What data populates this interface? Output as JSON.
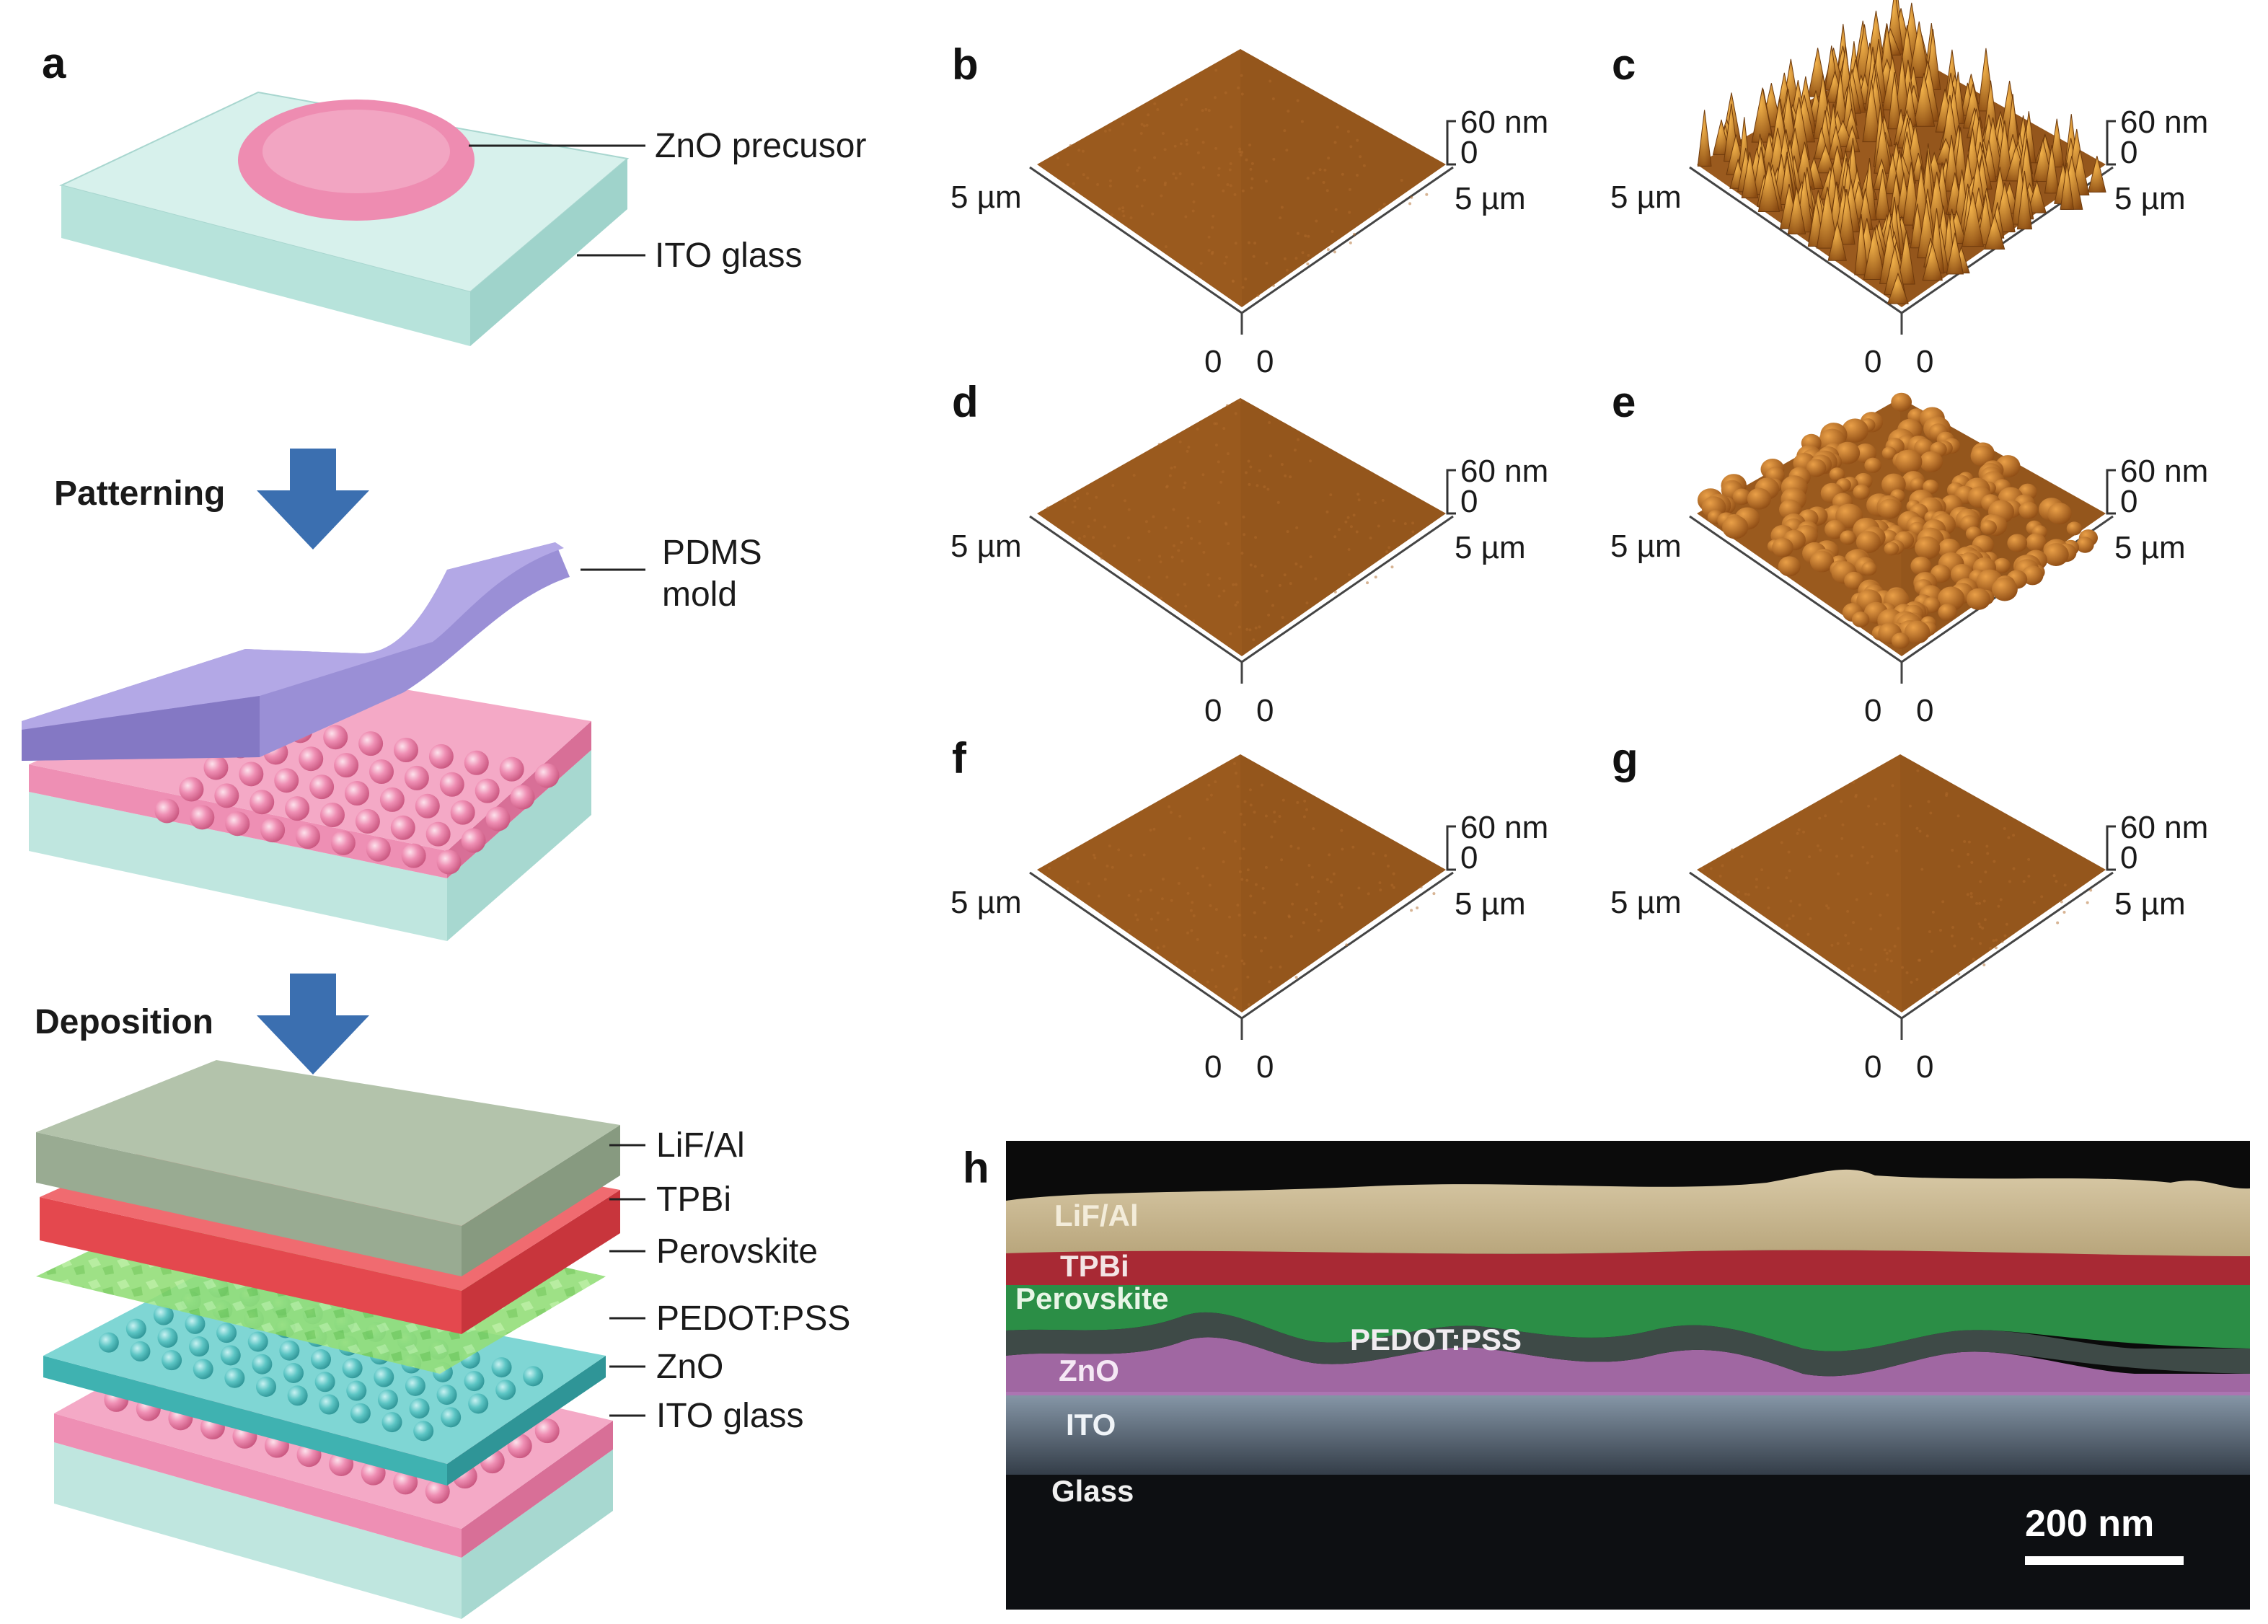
{
  "panel_labels": {
    "a": "a",
    "b": "b",
    "c": "c",
    "d": "d",
    "e": "e",
    "f": "f",
    "g": "g",
    "h": "h"
  },
  "schematic": {
    "step1": {
      "zno_precursor": "ZnO precusor",
      "ito_glass": "ITO glass"
    },
    "patterning_label": "Patterning",
    "step2": {
      "pdms_line1": "PDMS",
      "pdms_line2": "mold"
    },
    "deposition_label": "Deposition",
    "step3": {
      "lif_al": "LiF/Al",
      "tpbi": "TPBi",
      "perovskite": "Perovskite",
      "pedot_pss": "PEDOT:PSS",
      "zno": "ZnO",
      "ito_glass": "ITO glass"
    },
    "colors": {
      "glass": "#bfe6df",
      "zno_pink": "#ef8fb4",
      "pdms_purple": "#9a8fd6",
      "arrow_blue": "#3b6fb0",
      "lif_green": "#a9baa1",
      "tpbi_red": "#e8555a",
      "perovskite_green": "#93de79",
      "pedot_teal": "#5cc5c4"
    }
  },
  "afm": {
    "scale_top": "60 nm",
    "scale_zero": "0",
    "x_extent": "5 µm",
    "y_extent": "5 µm",
    "origin_left": "0",
    "origin_right": "0",
    "surface_color": "#9a5a1e",
    "panels": [
      {
        "id": "b",
        "surface": "flat"
      },
      {
        "id": "c",
        "surface": "spiky"
      },
      {
        "id": "d",
        "surface": "flat"
      },
      {
        "id": "e",
        "surface": "bumpy"
      },
      {
        "id": "f",
        "surface": "flat"
      },
      {
        "id": "g",
        "surface": "flat"
      }
    ]
  },
  "tem": {
    "layers": {
      "lif_al": "LiF/Al",
      "tpbi": "TPBi",
      "perovskite": "Perovskite",
      "pedot_pss": "PEDOT:PSS",
      "zno": "ZnO",
      "ito": "ITO",
      "glass": "Glass"
    },
    "scale_bar": "200 nm"
  }
}
